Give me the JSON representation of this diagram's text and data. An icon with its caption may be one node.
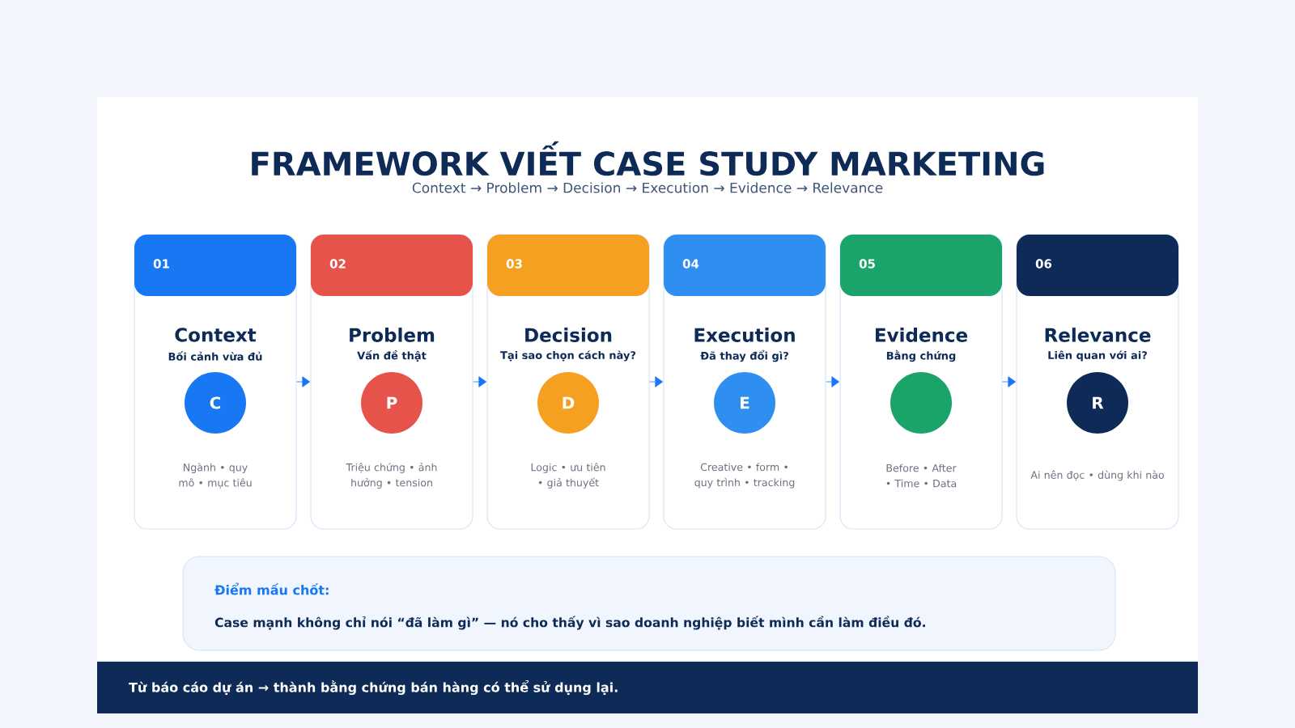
{
  "diagram": {
    "title": "FRAMEWORK VIẾT CASE STUDY MARKETING",
    "caption": "Context → Problem → Decision → Execution → Evidence → Relevance",
    "nodes": [
      {
        "text": [
          "01",
          "Context",
          "Bối cảnh vừa đủ",
          "Ngành • quy mô • mục tiêu"
        ]
      },
      {
        "text": [
          "C"
        ],
        "in": 0
      },
      {
        "text": [
          "02",
          "Problem",
          "Vấn đề thật",
          "Triệu chứng • ảnh hưởng • tension"
        ]
      },
      {
        "text": [
          "P"
        ],
        "in": 2
      },
      {
        "text": [
          "03",
          "Decision",
          "Tại sao chọn cách này?",
          "Logic • ưu tiên • giả thuyết"
        ]
      },
      {
        "text": [
          "D"
        ],
        "in": 4
      },
      {
        "text": [
          "04",
          "Execution",
          "Đã thay đổi gì?",
          "Creative • form • quy trình • tracking"
        ]
      },
      {
        "text": [
          "E"
        ],
        "in": 6
      },
      {
        "text": [
          "05",
          "Evidence",
          "Bằng chứng",
          "Before • After • Time • Data"
        ]
      },
      {
        "text": [],
        "shape": "circle",
        "in": 8
      },
      {
        "text": [
          "06",
          "Relevance",
          "Liên quan với ai?",
          "Ai nên đọc • dùng khi nào"
        ]
      },
      {
        "text": [
          "R"
        ],
        "in": 10
      },
      {
        "text": [
          "Điểm mấu chốt:",
          "Case mạnh không chỉ nói “đã làm gì” — nó cho thấy vì sao doanh nghiệp biết mình cần làm điều đó."
        ]
      }
    ],
    "edges": [
      {
        "from": 0,
        "to": 2,
        "arrow": "to"
      },
      {
        "from": 2,
        "to": 4,
        "arrow": "to"
      },
      {
        "from": 4,
        "to": 6,
        "arrow": "to"
      },
      {
        "from": 6,
        "to": 8,
        "arrow": "to"
      },
      {
        "from": 8,
        "to": 10,
        "arrow": "to"
      }
    ],
    "labels": [
      "Từ báo cáo dự án → thành bằng chứng bán hàng có thể sử dụng lại."
    ]
  }
}
